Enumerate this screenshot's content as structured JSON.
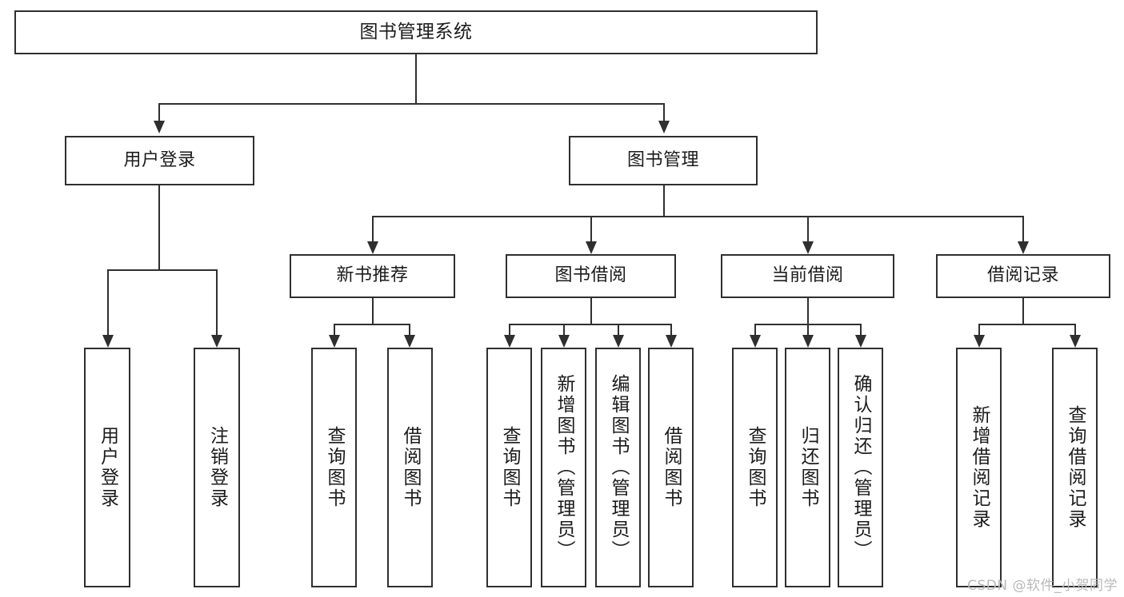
{
  "diagram": {
    "title": "图书管理系统",
    "type": "tree",
    "root": {
      "label": "图书管理系统"
    },
    "level2": [
      {
        "label": "用户登录"
      },
      {
        "label": "图书管理"
      }
    ],
    "level3": [
      {
        "label": "新书推荐"
      },
      {
        "label": "图书借阅"
      },
      {
        "label": "当前借阅"
      },
      {
        "label": "借阅记录"
      }
    ],
    "leaves": {
      "user_login": [
        {
          "label": "用户登录"
        },
        {
          "label": "注销登录"
        }
      ],
      "new_book_recommend": [
        {
          "label": "查询图书"
        },
        {
          "label": "借阅图书"
        }
      ],
      "book_borrow": [
        {
          "label": "查询图书"
        },
        {
          "label": "新增图书（管理员）"
        },
        {
          "label": "编辑图书（管理员）"
        },
        {
          "label": "借阅图书"
        }
      ],
      "current_borrow": [
        {
          "label": "查询图书"
        },
        {
          "label": "归还图书"
        },
        {
          "label": "确认归还（管理员）"
        }
      ],
      "borrow_record": [
        {
          "label": "新增借阅记录"
        },
        {
          "label": "查询借阅记录"
        }
      ]
    }
  },
  "watermark": {
    "text": "CSDN @软件_小贺同学"
  },
  "colors": {
    "stroke": "#2f2f2f",
    "background": "#ffffff",
    "text": "#1b1b1b",
    "watermark": "#b9b9b9"
  }
}
